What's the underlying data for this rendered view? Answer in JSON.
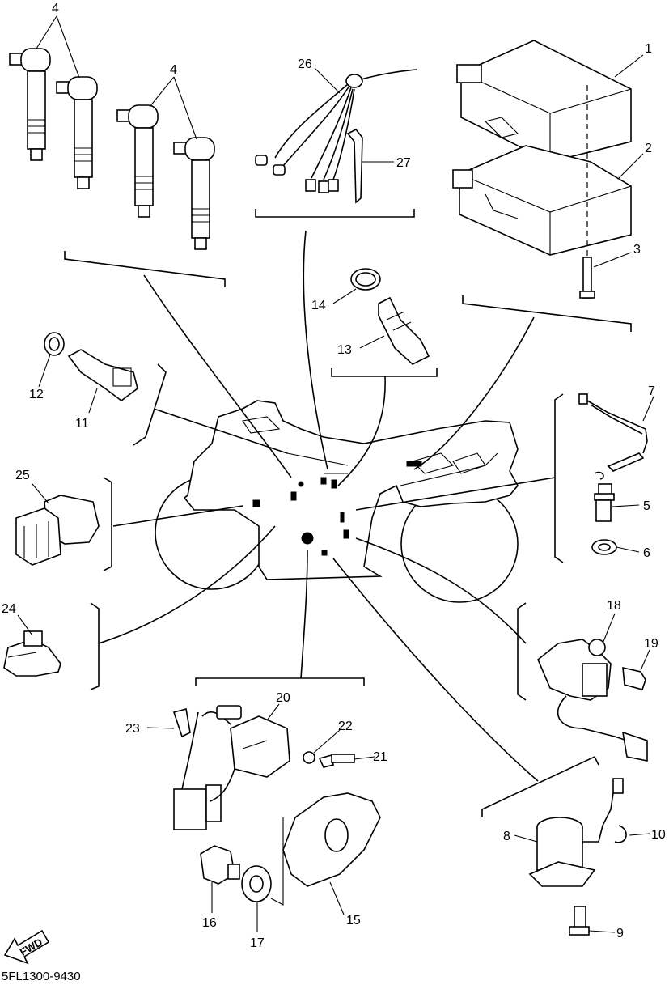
{
  "part_code": "5FL1300-9430",
  "fwd_label": "FWD",
  "callouts": {
    "c1": "1",
    "c2": "2",
    "c3": "3",
    "c4a": "4",
    "c4b": "4",
    "c5": "5",
    "c6": "6",
    "c7": "7",
    "c8": "8",
    "c9": "9",
    "c10": "10",
    "c11": "11",
    "c12": "12",
    "c13": "13",
    "c14": "14",
    "c15": "15",
    "c16": "16",
    "c17": "17",
    "c18": "18",
    "c19": "19",
    "c20": "20",
    "c21": "21",
    "c22": "22",
    "c23": "23",
    "c24": "24",
    "c25": "25",
    "c26": "26",
    "c27": "27"
  }
}
